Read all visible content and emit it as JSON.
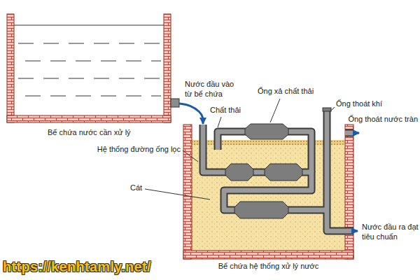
{
  "diagram": {
    "nodes": [
      {
        "text": [
          "Bể chứa nước cần xử lý"
        ]
      },
      {
        "text": [
          "Bể chứa hệ thống xử lý nước"
        ]
      }
    ],
    "edges": [
      {
        "from": 0,
        "to": 1,
        "arrow": "to",
        "label": "Nước đầu vào từ bể chứa"
      }
    ],
    "labels": [
      "Chất thải",
      "Ống xả chất thải",
      "Ống thoát khí",
      "Ống thoát nước tràn",
      "Hệ thống đường ống lọc",
      "Cát",
      "Nước đầu ra đạt tiêu chuẩn",
      "https://kenhtamly.net/"
    ]
  }
}
